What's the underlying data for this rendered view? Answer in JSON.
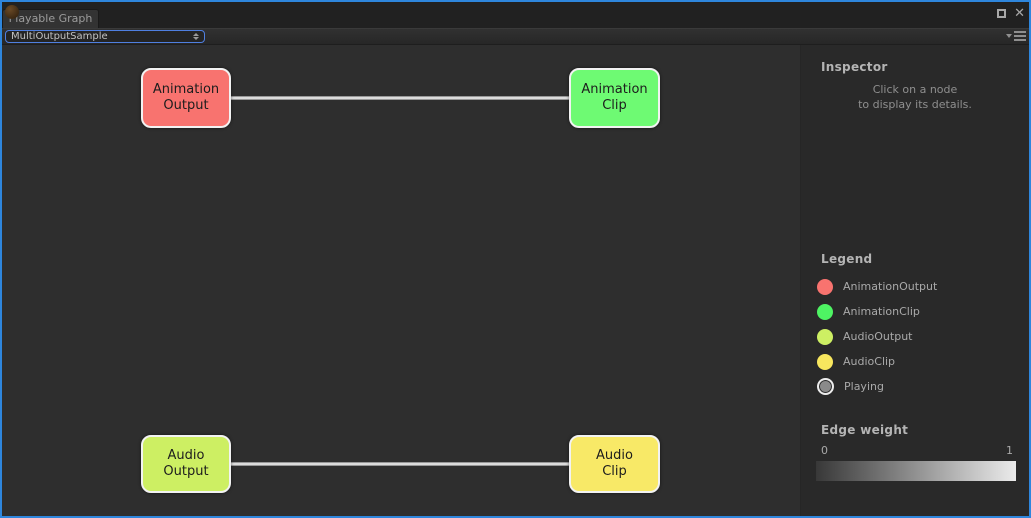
{
  "window": {
    "tab_label": "Playable Graph",
    "accent_border_color": "#2e86dd"
  },
  "toolbar": {
    "graph_selector_value": "MultiOutputSample"
  },
  "graph": {
    "nodes": [
      {
        "id": "animation-output",
        "line1": "Animation",
        "line2": "Output",
        "color": "#f8736f"
      },
      {
        "id": "animation-clip",
        "line1": "Animation",
        "line2": "Clip",
        "color": "#6efa73"
      },
      {
        "id": "audio-output",
        "line1": "Audio",
        "line2": "Output",
        "color": "#cdef63"
      },
      {
        "id": "audio-clip",
        "line1": "Audio",
        "line2": "Clip",
        "color": "#f8e967"
      }
    ],
    "edges": [
      {
        "from": "animation-output",
        "to": "animation-clip"
      },
      {
        "from": "audio-output",
        "to": "audio-clip"
      }
    ]
  },
  "inspector": {
    "title": "Inspector",
    "hint_line1": "Click on a node",
    "hint_line2": "to display its details."
  },
  "legend": {
    "title": "Legend",
    "items": [
      {
        "label": "AnimationOutput",
        "color": "#f8736f"
      },
      {
        "label": "AnimationClip",
        "color": "#4ef463"
      },
      {
        "label": "AudioOutput",
        "color": "#cdef63"
      },
      {
        "label": "AudioClip",
        "color": "#f8e75e"
      },
      {
        "label": "Playing",
        "color": "#8a8a8a"
      }
    ]
  },
  "edge_weight": {
    "title": "Edge weight",
    "min": "0",
    "max": "1"
  }
}
